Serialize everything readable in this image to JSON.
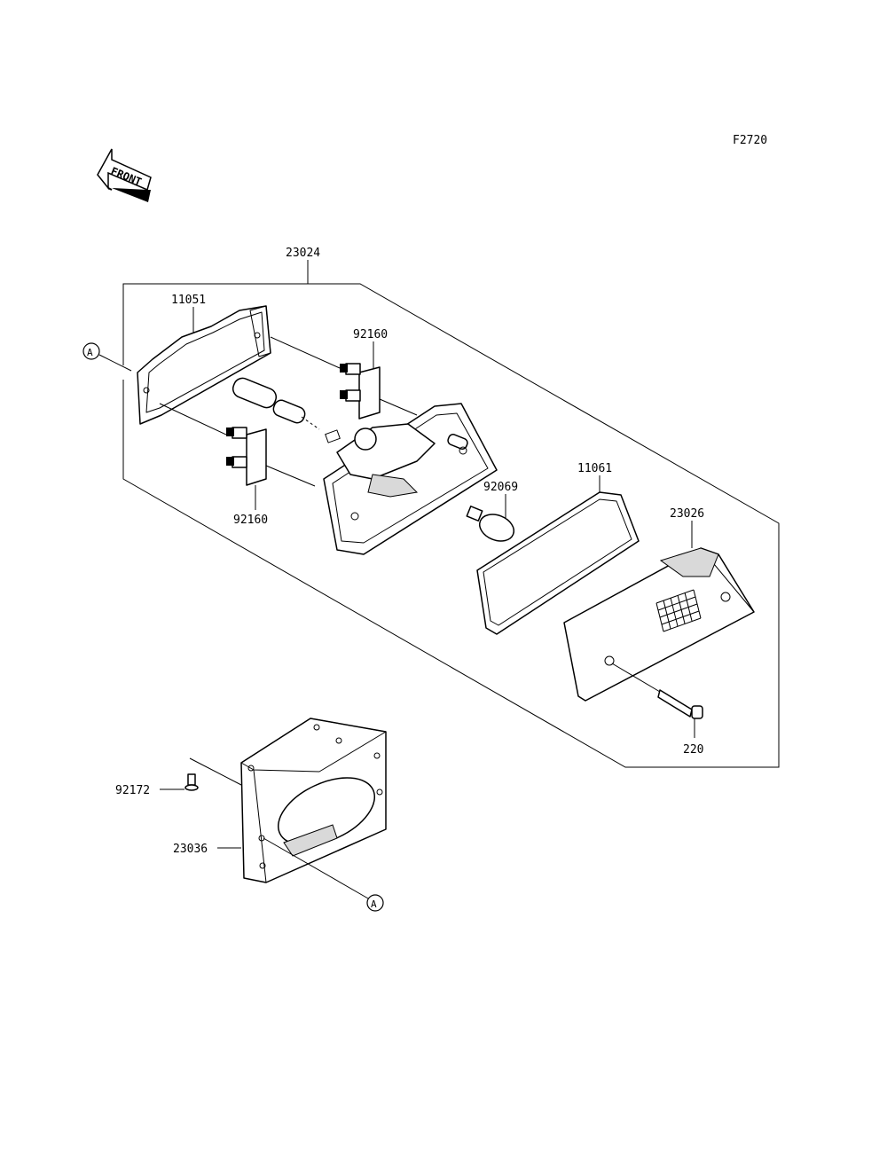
{
  "figure_code": "F2720",
  "front_label": "FRONT",
  "callouts": {
    "assembly": "23024",
    "gasket": "11051",
    "socket_upper": "92160",
    "socket_lower": "92160",
    "bulb": "92069",
    "lens_gasket": "11061",
    "lens": "23026",
    "screw": "220",
    "bolt": "92172",
    "bracket": "23036"
  },
  "ref_marker_top": "A",
  "ref_marker_bottom": "A"
}
